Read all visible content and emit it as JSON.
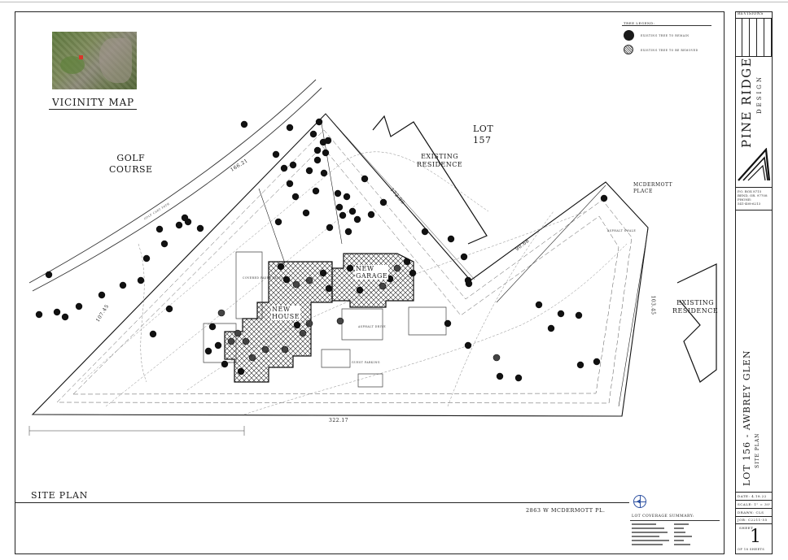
{
  "vicinity": {
    "title": "VICINITY MAP"
  },
  "tree_legend": {
    "title": "TREE LEGEND:",
    "remain": "EXISTING TREE TO REMAIN",
    "removed": "EXISTING TREE TO BE REMOVED"
  },
  "site": {
    "golf_course": [
      "GOLF",
      "COURSE"
    ],
    "lot157": [
      "LOT",
      "157"
    ],
    "existing_residence_top": [
      "EXISTING",
      "RESIDENCE"
    ],
    "existing_residence_right": [
      "EXISTING",
      "RESIDENCE"
    ],
    "mcdermott_place": [
      "MCDERMOTT",
      "PLACE"
    ],
    "new_garage": [
      "NEW",
      "GARAGE"
    ],
    "new_house": [
      "NEW",
      "HOUSE"
    ],
    "golf_cart_path": "GOLF CART PATH",
    "dims": {
      "top": "166.21",
      "left": "107.45",
      "bottom": "322.17",
      "right": "103.45",
      "mid1": "172.90",
      "mid2": "90.68"
    },
    "notes": {
      "covered_paver_patio": "COVERED PAVER PATIO",
      "asphalt_drive": "ASPHALT DRIVE",
      "guest_parking": "GUEST PARKING",
      "asphalt_swale": "ASPHALT SWALE"
    }
  },
  "plan": {
    "title": "SITE PLAN",
    "address": "2863 W MCDERMOTT PL."
  },
  "coverage": {
    "title": "LOT COVERAGE SUMMARY:"
  },
  "titleblock": {
    "revisions": "REVISIONS",
    "firm_name": "PINE RIDGE",
    "firm_sub": "DESIGN",
    "contact": [
      "P.O. BOX 8715",
      "BEND, OR. 97708",
      "PHONE:",
      "541-408-6213"
    ],
    "project": "LOT 156 - AWBREY GLEN",
    "sheet_title": "SITE PLAN",
    "date": "DATE: 4.18.22",
    "scale": "SCALE: 1\" = 30'",
    "drawn": "DRAWN: CLS",
    "job": "JOB: C2211-55",
    "sheet_label": "SHEET",
    "sheet_number": "1",
    "sheet_of": "OF 18 SHEETS"
  }
}
